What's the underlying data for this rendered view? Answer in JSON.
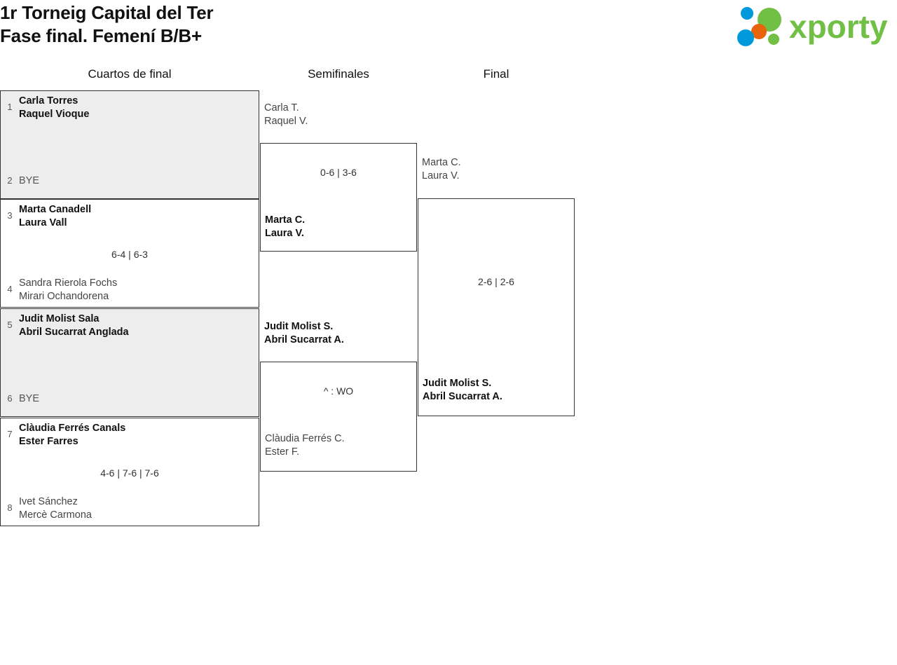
{
  "header": {
    "title_line1": "1r Torneig Capital del Ter",
    "title_line2": "Fase final. Femení B/B+",
    "logo_text": "xporty",
    "logo_colors": {
      "green": "#71bf44",
      "blue": "#0099db",
      "orange": "#e8650d"
    }
  },
  "rounds": [
    {
      "label": "Cuartos de final"
    },
    {
      "label": "Semifinales"
    },
    {
      "label": "Final"
    }
  ],
  "quarterfinals": [
    {
      "top": {
        "seed": "1",
        "line1": "Carla Torres",
        "line2": "Raquel Vioque",
        "winner": true
      },
      "bottom": {
        "seed": "2",
        "line1": "BYE",
        "line2": "",
        "winner": false
      },
      "score": ""
    },
    {
      "top": {
        "seed": "3",
        "line1": "Marta Canadell",
        "line2": "Laura Vall",
        "winner": true
      },
      "bottom": {
        "seed": "4",
        "line1": "Sandra Rierola Fochs",
        "line2": "Mirari Ochandorena",
        "winner": false
      },
      "score": "6-4 | 6-3"
    },
    {
      "top": {
        "seed": "5",
        "line1": "Judit Molist Sala",
        "line2": "Abril Sucarrat Anglada",
        "winner": true
      },
      "bottom": {
        "seed": "6",
        "line1": "BYE",
        "line2": "",
        "winner": false
      },
      "score": ""
    },
    {
      "top": {
        "seed": "7",
        "line1": "Clàudia Ferrés Canals",
        "line2": "Ester Farres",
        "winner": true
      },
      "bottom": {
        "seed": "8",
        "line1": "Ivet Sánchez",
        "line2": "Mercè Carmona",
        "winner": false
      },
      "score": "4-6 | 7-6 | 7-6"
    }
  ],
  "semifinals": [
    {
      "top": {
        "line1": "Carla T.",
        "line2": "Raquel V.",
        "winner": false
      },
      "bottom": {
        "line1": "Marta C.",
        "line2": "Laura V.",
        "winner": true
      },
      "score": "0-6 | 3-6"
    },
    {
      "top": {
        "line1": "Judit Molist S.",
        "line2": "Abril Sucarrat A.",
        "winner": true
      },
      "bottom": {
        "line1": "Clàudia Ferrés C.",
        "line2": "Ester F.",
        "winner": false
      },
      "score": "^ : WO"
    }
  ],
  "final": {
    "top": {
      "line1": "Marta C.",
      "line2": "Laura V.",
      "winner": false
    },
    "bottom": {
      "line1": "Judit Molist S.",
      "line2": "Abril Sucarrat A.",
      "winner": true
    },
    "score": "2-6 | 2-6"
  }
}
